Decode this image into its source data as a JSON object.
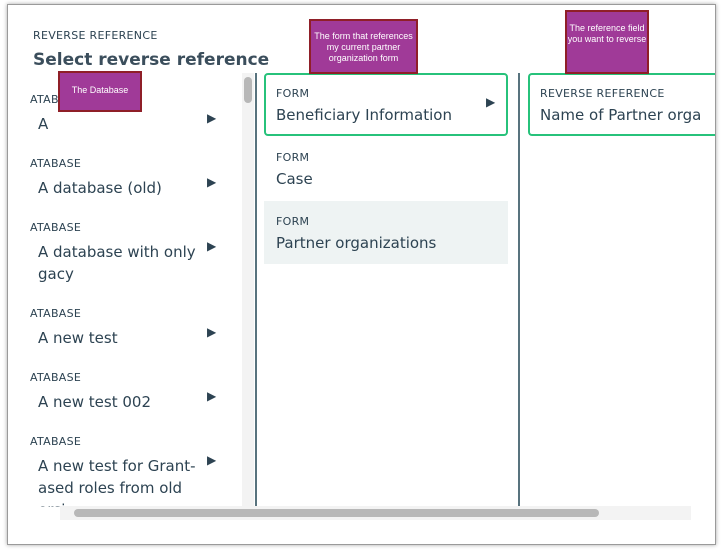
{
  "panel": {
    "label": "REVERSE REFERENCE",
    "title": "Select reverse reference"
  },
  "databases": [
    {
      "kicker": "ATABASE",
      "name": "A"
    },
    {
      "kicker": "ATABASE",
      "name": "A database (old)"
    },
    {
      "kicker": "ATABASE",
      "name": "A database with only\ngacy"
    },
    {
      "kicker": "ATABASE",
      "name": "A new test"
    },
    {
      "kicker": "ATABASE",
      "name": "A new test 002"
    },
    {
      "kicker": "ATABASE",
      "name": "A new test for Grant-\nased roles from old\nersion"
    }
  ],
  "forms": [
    {
      "kicker": "FORM",
      "name": "Beneficiary Information"
    },
    {
      "kicker": "FORM",
      "name": "Case"
    },
    {
      "kicker": "FORM",
      "name": "Partner organizations"
    }
  ],
  "reverse_reference": {
    "kicker": "REVERSE REFERENCE",
    "name": "Name of Partner orga"
  },
  "arrow_glyph": "▶",
  "annotations": {
    "database": "The Database",
    "form": "The form that references my current partner organization form",
    "reference": "The  reference field you want to reverse"
  },
  "colors": {
    "selected_border": "#27c27b",
    "annotation_fill": "#a03a98",
    "annotation_border": "#8f1f28",
    "text": "#2d4352"
  }
}
